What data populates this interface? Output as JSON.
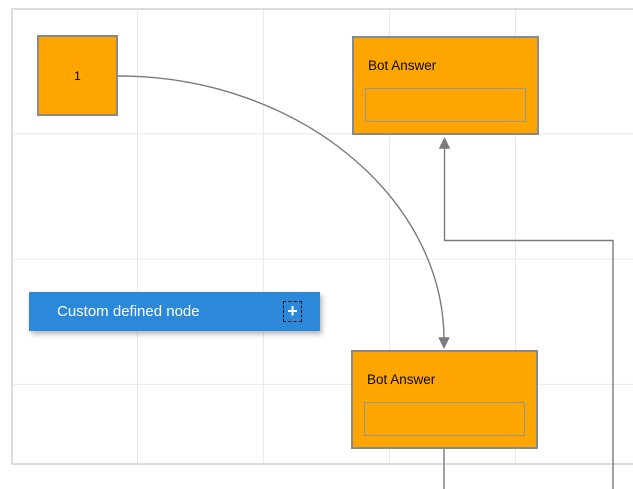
{
  "nodes": {
    "start": {
      "label": "1"
    },
    "bot_answer_top": {
      "title": "Bot Answer",
      "input_value": ""
    },
    "bot_answer_bottom": {
      "title": "Bot Answer",
      "input_value": ""
    },
    "custom": {
      "label": "Custom defined node",
      "add_icon": "+"
    }
  },
  "connectors": [
    {
      "from": "start",
      "to": "bot_answer_bottom",
      "shape": "curved",
      "arrow": "target"
    },
    {
      "from": "bot_answer_bottom",
      "to": "bot_answer_top",
      "shape": "orthogonal",
      "arrow": "target"
    }
  ],
  "colors": {
    "node_fill": "#ffa500",
    "node_border": "#898989",
    "custom_node_fill": "#2c88d9",
    "connector": "#7b7b7b",
    "grid_line": "#e9e9e9",
    "page_border": "#dcdcdc",
    "canvas_background": "#ffffff"
  }
}
